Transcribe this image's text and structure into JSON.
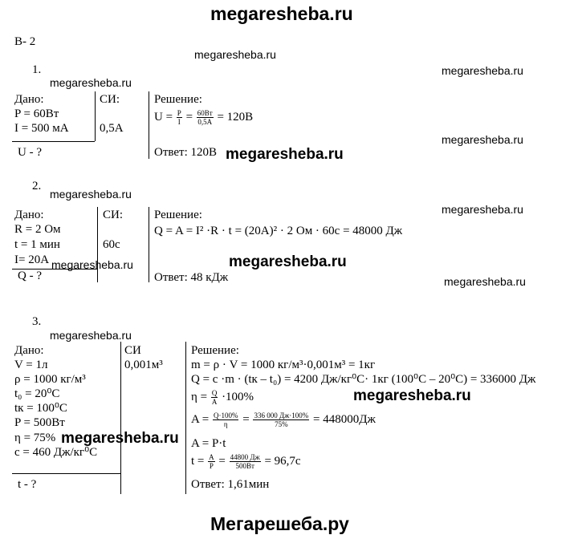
{
  "watermarks": {
    "header": "megaresheba.ru",
    "footer": "Мегарешеба.ру",
    "small": "megaresheba.ru",
    "mid": "megaresheba.ru"
  },
  "variant": "В- 2",
  "problems": [
    {
      "number": "1.",
      "given_title": "Дано:",
      "given": [
        "P = 60Вт",
        "I = 500 мА"
      ],
      "si_title": "СИ:",
      "si": [
        "0,5А"
      ],
      "unknown": "U - ?",
      "solution_title": "Решение:",
      "formula_prefix": "U =",
      "frac1_num": "P",
      "frac1_den": "I",
      "frac2_num": "60Вт",
      "frac2_den": "0,5А",
      "formula_result": "= 120В",
      "answer": "Ответ: 120В"
    },
    {
      "number": "2.",
      "given_title": "Дано:",
      "given": [
        "R = 2 Ом",
        "t = 1 мин",
        "I= 20А"
      ],
      "si_title": "СИ:",
      "si": [
        "60с"
      ],
      "unknown": "Q - ?",
      "solution_title": "Решение:",
      "formula": "Q = A = I² ·R · t = (20A)² · 2 Ом · 60с = 48000 Дж",
      "answer": "Ответ: 48 кДж"
    },
    {
      "number": "3.",
      "given_title": "Дано:",
      "given": [
        "V = 1л",
        "ρ = 1000 кг/м³",
        "t₀ = 20⁰С",
        "tк = 100⁰С",
        "P = 500Вт",
        "η = 75%",
        "c = 460 Дж/кг⁰С"
      ],
      "si_title": "СИ",
      "si": [
        "0,001м³"
      ],
      "unknown": "t - ?",
      "solution_title": "Решение:",
      "line_m": "m = ρ · V = 1000 кг/м³·0,001м³ = 1кг",
      "line_q": "Q = c ·m · (tк – t₀) = 4200 Дж/кг⁰С· 1кг (100⁰С – 20⁰С) = 336000 Дж",
      "eta_prefix": "η =",
      "eta_frac_num": "Q",
      "eta_frac_den": "A",
      "eta_suffix": "·100%",
      "a_prefix": "A =",
      "a_frac1_num": "Q·100%",
      "a_frac1_den": "η",
      "a_frac2_num": "336 000 Дж·100%",
      "a_frac2_den": "75%",
      "a_result": "= 448000Дж",
      "line_apt": "A = P·t",
      "t_prefix": "t =",
      "t_frac1_num": "A",
      "t_frac1_den": "P",
      "t_frac2_num": "44800 Дж",
      "t_frac2_den": "500Вт",
      "t_result": "= 96,7с",
      "answer": "Ответ: 1,61мин"
    }
  ]
}
